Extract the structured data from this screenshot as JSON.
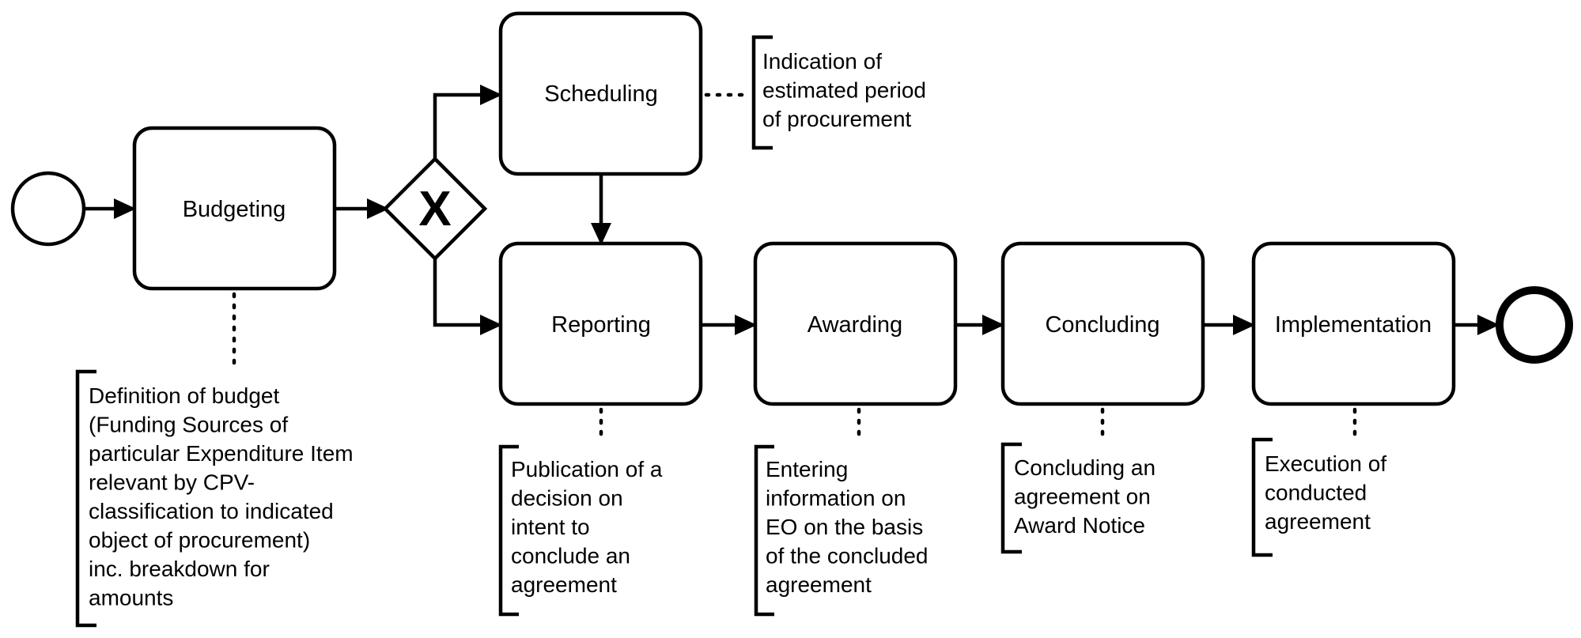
{
  "tasks": {
    "budgeting": "Budgeting",
    "scheduling": "Scheduling",
    "reporting": "Reporting",
    "awarding": "Awarding",
    "concluding": "Concluding",
    "implementation": "Implementation"
  },
  "gateway": {
    "symbol": "X",
    "type": "exclusive"
  },
  "events": {
    "start": "start-event",
    "end": "end-event"
  },
  "annotations": {
    "budgeting": [
      "Definition of budget",
      "(Funding Sources of",
      "particular Expenditure Item",
      "relevant by CPV-",
      "classification to indicated",
      "object of procurement)",
      "inc. breakdown for",
      "amounts"
    ],
    "scheduling": [
      "Indication of",
      "estimated period",
      "of procurement"
    ],
    "reporting": [
      "Publication of a",
      "decision on",
      "intent to",
      "conclude an",
      "agreement"
    ],
    "awarding": [
      "Entering",
      "information on",
      "EO on the basis",
      "of the concluded",
      "agreement"
    ],
    "concluding": [
      "Concluding an",
      "agreement on",
      "Award Notice"
    ],
    "implementation": [
      "Execution of",
      "conducted",
      "agreement"
    ]
  }
}
